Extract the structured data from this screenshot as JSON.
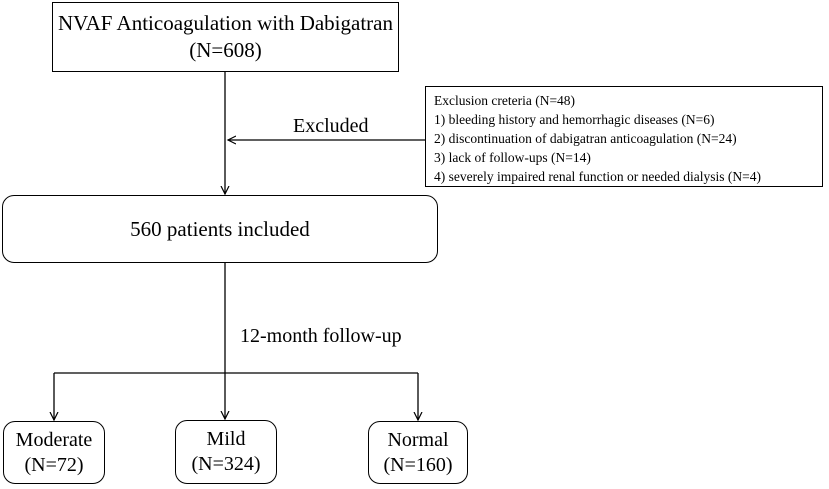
{
  "start": {
    "line1": "NVAF Anticoagulation with Dabigatran",
    "line2": "(N=608)"
  },
  "exclusion": {
    "label": "Excluded",
    "title": "Exclusion creteria (N=48)",
    "items": [
      "1) bleeding history and hemorrhagic diseases (N=6)",
      "2) discontinuation of dabigatran anticoagulation (N=24)",
      "3) lack of follow-ups (N=14)",
      "4) severely impaired renal  function or needed dialysis (N=4)"
    ]
  },
  "included": {
    "text": "560 patients included"
  },
  "followup": {
    "label": "12-month follow-up"
  },
  "groups": [
    {
      "name": "Moderate",
      "count": "(N=72)"
    },
    {
      "name": "Mild",
      "count": "(N=324)"
    },
    {
      "name": "Normal",
      "count": "(N=160)"
    }
  ]
}
